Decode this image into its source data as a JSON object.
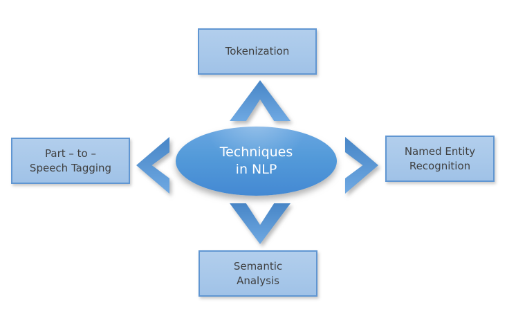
{
  "diagram": {
    "center": {
      "label": "Techniques\nin NLP"
    },
    "nodes": {
      "top": {
        "label": "Tokenization"
      },
      "right": {
        "label": "Named Entity\nRecognition"
      },
      "bottom": {
        "label": "Semantic\nAnalysis"
      },
      "left": {
        "label": "Part – to –\nSpeech Tagging"
      }
    },
    "connectors": [
      {
        "icon": "chevron-up-icon",
        "direction": "up"
      },
      {
        "icon": "chevron-right-icon",
        "direction": "right"
      },
      {
        "icon": "chevron-down-icon",
        "direction": "down"
      },
      {
        "icon": "chevron-left-icon",
        "direction": "left"
      }
    ],
    "colors": {
      "background": "#ffffff",
      "node_fill_top": "#b2ceec",
      "node_fill_bottom": "#a0c2e7",
      "node_border": "#6096d2",
      "node_text": "#3f3f3f",
      "center_fill_top": "#69a6e1",
      "center_fill_bottom": "#4489d3",
      "center_text": "#ffffff",
      "chevron_fill_top": "#4886c7",
      "chevron_fill_bottom": "#6fa9e3"
    }
  }
}
